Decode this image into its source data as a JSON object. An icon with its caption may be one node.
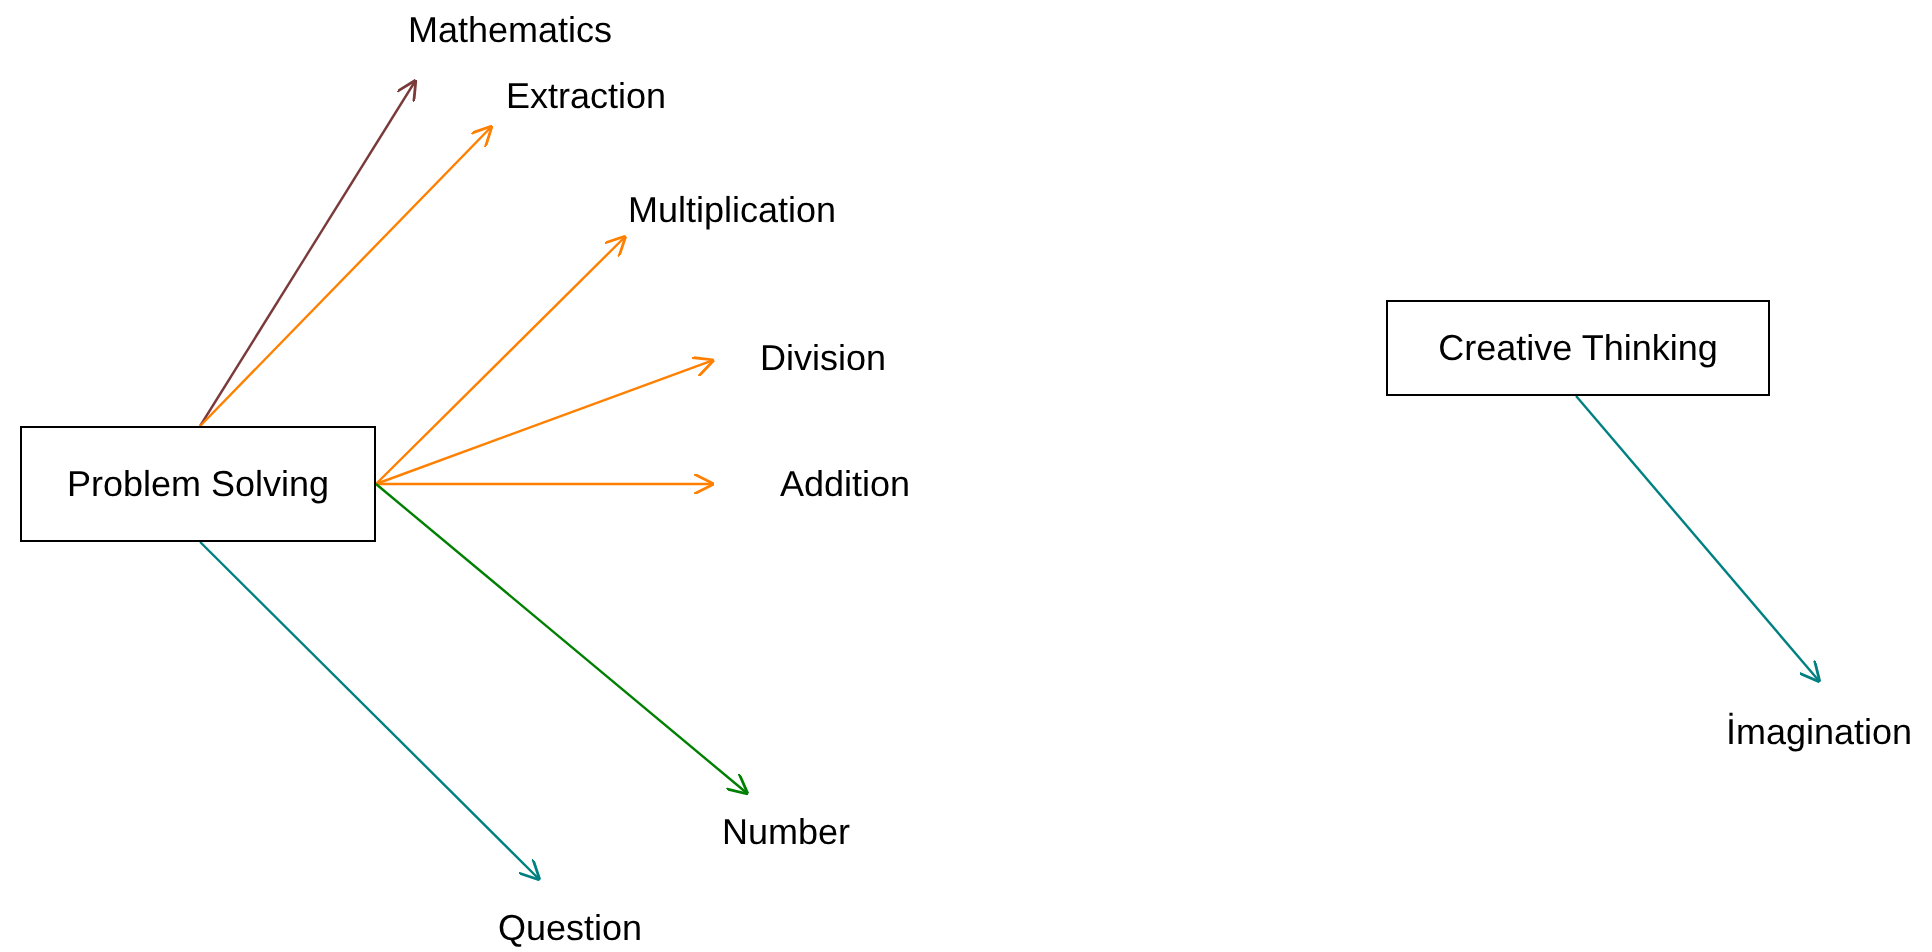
{
  "diagram": {
    "nodes": [
      {
        "text": [
          "Problem Solving"
        ]
      },
      {
        "text": [
          "Mathematics"
        ]
      },
      {
        "text": [
          "Extraction"
        ]
      },
      {
        "text": [
          "Multiplication"
        ]
      },
      {
        "text": [
          "Division"
        ]
      },
      {
        "text": [
          "Addition"
        ]
      },
      {
        "text": [
          "Number"
        ]
      },
      {
        "text": [
          "Question"
        ]
      },
      {
        "text": [
          "Creative Thinking"
        ]
      },
      {
        "text": [
          "İmagination"
        ]
      }
    ],
    "edges": [
      {
        "from": 0,
        "to": 1,
        "arrow": "to",
        "color": "#7b3a3a"
      },
      {
        "from": 0,
        "to": 2,
        "arrow": "to"
      },
      {
        "from": 0,
        "to": 3,
        "arrow": "to"
      },
      {
        "from": 0,
        "to": 4,
        "arrow": "to"
      },
      {
        "from": 0,
        "to": 5,
        "arrow": "to"
      },
      {
        "from": 0,
        "to": 6,
        "arrow": "to",
        "color": "#008000"
      },
      {
        "from": 0,
        "to": 7,
        "arrow": "to",
        "color": "#008080"
      },
      {
        "from": 8,
        "to": 9,
        "arrow": "to",
        "color": "#008080"
      }
    ]
  }
}
